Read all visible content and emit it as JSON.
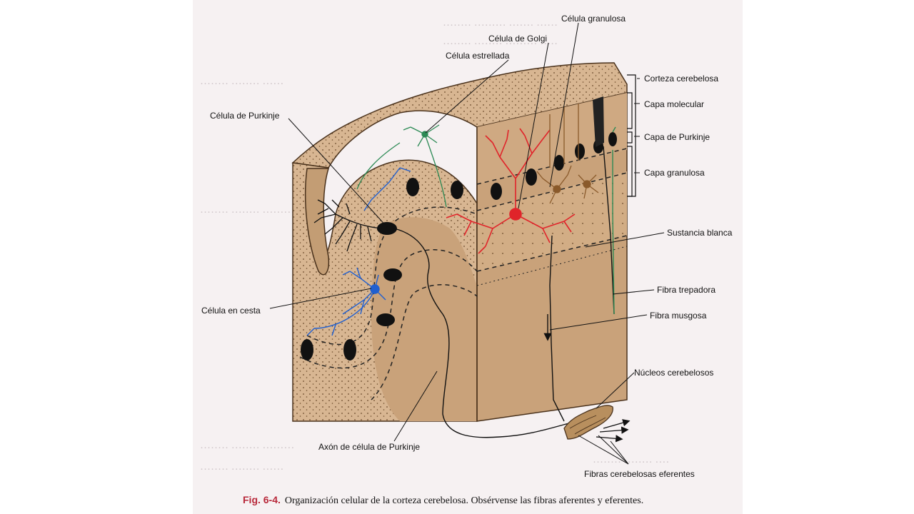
{
  "labels": {
    "granulosa": "Célula granulosa",
    "golgi": "Célula de Golgi",
    "estrellada": "Célula estrellada",
    "purkinje_cell": "Célula de Purkinje",
    "cesta": "Célula en cesta",
    "axon_purkinje": "Axón de célula de Purkinje",
    "corteza": "Corteza cerebelosa",
    "capa_molecular": "Capa molecular",
    "capa_purkinje": "Capa de Purkinje",
    "capa_granulosa": "Capa granulosa",
    "sustancia_blanca": "Sustancia blanca",
    "fibra_trepadora": "Fibra trepadora",
    "fibra_musgosa": "Fibra musgosa",
    "nucleos": "Núcleos cerebelosos",
    "fibras_eferentes": "Fibras cerebelosas eferentes"
  },
  "caption": {
    "fig": "Fig. 6-4.",
    "text": "Organización celular de la corteza cerebelosa. Obsérvense las fibras aferentes y eferentes."
  },
  "colors": {
    "tissue": "#c9a27a",
    "purkinje_red": "#e0242a",
    "golgi_brown": "#8a5a2b",
    "basket_blue": "#1f5fd0",
    "stellate_green": "#2c8a55"
  }
}
